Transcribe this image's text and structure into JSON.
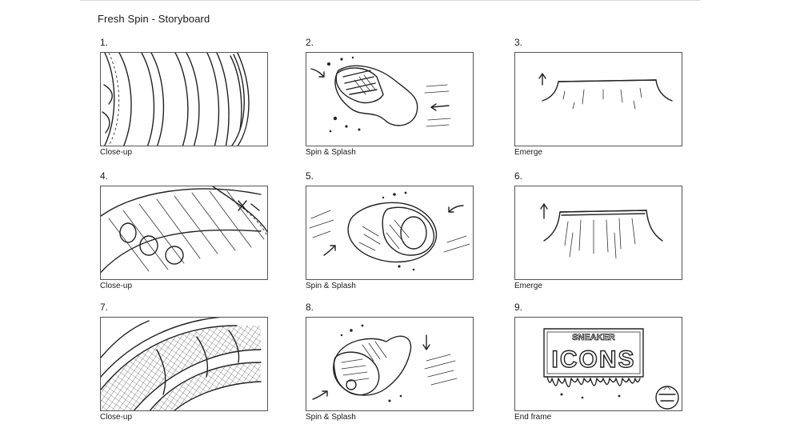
{
  "document": {
    "title": "Fresh Spin - Storyboard"
  },
  "panels": [
    {
      "number": "1.",
      "caption": "Close-up",
      "sketch": "shoe-sole-closeup"
    },
    {
      "number": "2.",
      "caption": "Spin & Splash",
      "sketch": "sneaker-splash"
    },
    {
      "number": "3.",
      "caption": "Emerge",
      "sketch": "surface-emerge"
    },
    {
      "number": "4.",
      "caption": "Close-up",
      "sketch": "shoe-detail-closeup"
    },
    {
      "number": "5.",
      "caption": "Spin & Splash",
      "sketch": "sneaker-splash"
    },
    {
      "number": "6.",
      "caption": "Emerge",
      "sketch": "surface-emerge"
    },
    {
      "number": "7.",
      "caption": "Close-up",
      "sketch": "mesh-closeup"
    },
    {
      "number": "8.",
      "caption": "Spin & Splash",
      "sketch": "sneaker-splash"
    },
    {
      "number": "9.",
      "caption": "End frame",
      "sketch": "sneaker-icons-logo"
    }
  ],
  "end_frame_logo": {
    "top_word": "SNEAKER",
    "main_word": "ICONS"
  }
}
